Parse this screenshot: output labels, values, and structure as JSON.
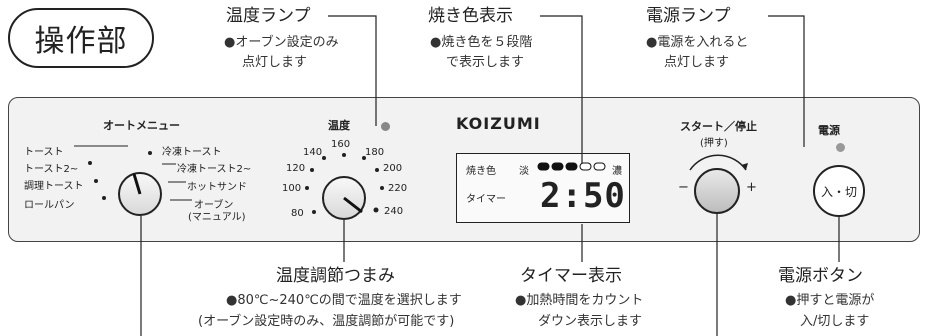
{
  "section": {
    "title": "操作部"
  },
  "callouts": {
    "temp_lamp": {
      "title": "温度ランプ",
      "note1": "●オーブン設定のみ",
      "note2": "点灯します"
    },
    "browning": {
      "title": "焼き色表示",
      "note1": "●焼き色を５段階",
      "note2": "で表示します"
    },
    "power_lamp": {
      "title": "電源ランプ",
      "note1": "●電源を入れると",
      "note2": "点灯します"
    },
    "temp_knob": {
      "title": "温度調節つまみ",
      "note1": "●80℃~240℃の間で温度を選択します",
      "note2": "(オーブン設定時のみ、温度調節が可能です)"
    },
    "timer_display": {
      "title": "タイマー表示",
      "note1": "●加熱時間をカウント",
      "note2": "ダウン表示します"
    },
    "power_button": {
      "title": "電源ボタン",
      "note1": "●押すと電源が",
      "note2": "入/切します"
    }
  },
  "panel": {
    "auto_menu": {
      "title": "オートメニュー",
      "left_items": [
        "トースト",
        "トースト2~",
        "調理トースト",
        "ロールパン"
      ],
      "right_items": [
        "冷凍トースト",
        "冷凍トースト2~",
        "ホットサンド",
        "オーブン",
        "(マニュアル)"
      ]
    },
    "temperature": {
      "title": "温度",
      "ticks": [
        "80",
        "100",
        "120",
        "140",
        "160",
        "180",
        "200",
        "220",
        "240"
      ]
    },
    "brand": "KOIZUMI",
    "display": {
      "browning_label": "焼き色",
      "light": "淡",
      "dark": "濃",
      "timer_label": "タイマー",
      "time": "2:50",
      "browning_level": 3,
      "browning_max": 5
    },
    "start": {
      "title": "スタート／停止",
      "subtitle": "(押す)",
      "minus": "−",
      "plus": "+"
    },
    "power": {
      "title": "電源",
      "button": "入・切"
    }
  }
}
